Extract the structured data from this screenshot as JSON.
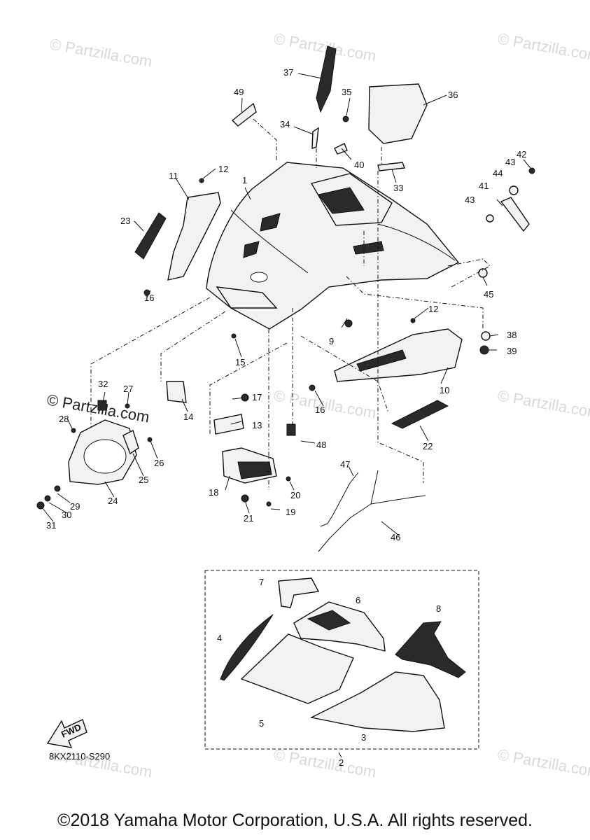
{
  "watermarks": [
    "© Partzilla.com",
    "© Partzilla.com",
    "© Partzilla.com",
    "© Partzilla.com",
    "© Partzilla.com",
    "© Partzilla.com",
    "© Partzilla.com",
    "© Partzilla.com",
    "© Partzilla.com"
  ],
  "callouts": {
    "p1": "1",
    "p2": "2",
    "p3": "3",
    "p4": "4",
    "p5": "5",
    "p6": "6",
    "p7": "7",
    "p8": "8",
    "p9": "9",
    "p10": "10",
    "p11": "11",
    "p12a": "12",
    "p12b": "12",
    "p13": "13",
    "p14": "14",
    "p15": "15",
    "p16a": "16",
    "p16b": "16",
    "p17": "17",
    "p18": "18",
    "p19": "19",
    "p20": "20",
    "p21": "21",
    "p22": "22",
    "p23": "23",
    "p24": "24",
    "p25": "25",
    "p26": "26",
    "p27": "27",
    "p28": "28",
    "p29": "29",
    "p30": "30",
    "p31": "31",
    "p32": "32",
    "p33": "33",
    "p34": "34",
    "p35": "35",
    "p36": "36",
    "p37": "37",
    "p38": "38",
    "p39": "39",
    "p40": "40",
    "p41": "41",
    "p42": "42",
    "p43a": "43",
    "p43b": "43",
    "p44": "44",
    "p45": "45",
    "p46": "46",
    "p47": "47",
    "p48": "48",
    "p49": "49"
  },
  "fwd_label": "FWD",
  "diagram_code": "8KX2110-S290",
  "copyright": "©2018 Yamaha Motor Corporation, U.S.A. All rights reserved."
}
